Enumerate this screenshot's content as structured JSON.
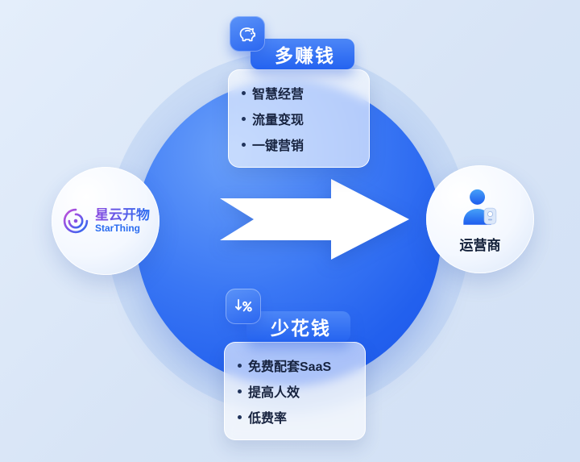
{
  "colors": {
    "background": "#d7e4f6",
    "main_circle_blue": "#2a66f0",
    "pill_blue": "#2463f0",
    "text_dark": "#17233f",
    "logo_gradient_start": "#8a4be0",
    "logo_gradient_end": "#2a6cf0"
  },
  "icons": {
    "top_card": "piggy-bank-icon",
    "bottom_card": "discount-down-icon",
    "right_node": "operator-person-icon",
    "left_node": "starthing-spiral-icon",
    "center": "arrow-right-icon"
  },
  "logo_node": {
    "name_cn": "星云开物",
    "name_en": "StarThing"
  },
  "operator_node": {
    "label": "运营商"
  },
  "top_card": {
    "title": "多赚钱",
    "items": [
      "智慧经营",
      "流量变现",
      "一键营销"
    ]
  },
  "bottom_card": {
    "title": "少花钱",
    "items": [
      "免费配套SaaS",
      "提高人效",
      "低费率"
    ]
  }
}
